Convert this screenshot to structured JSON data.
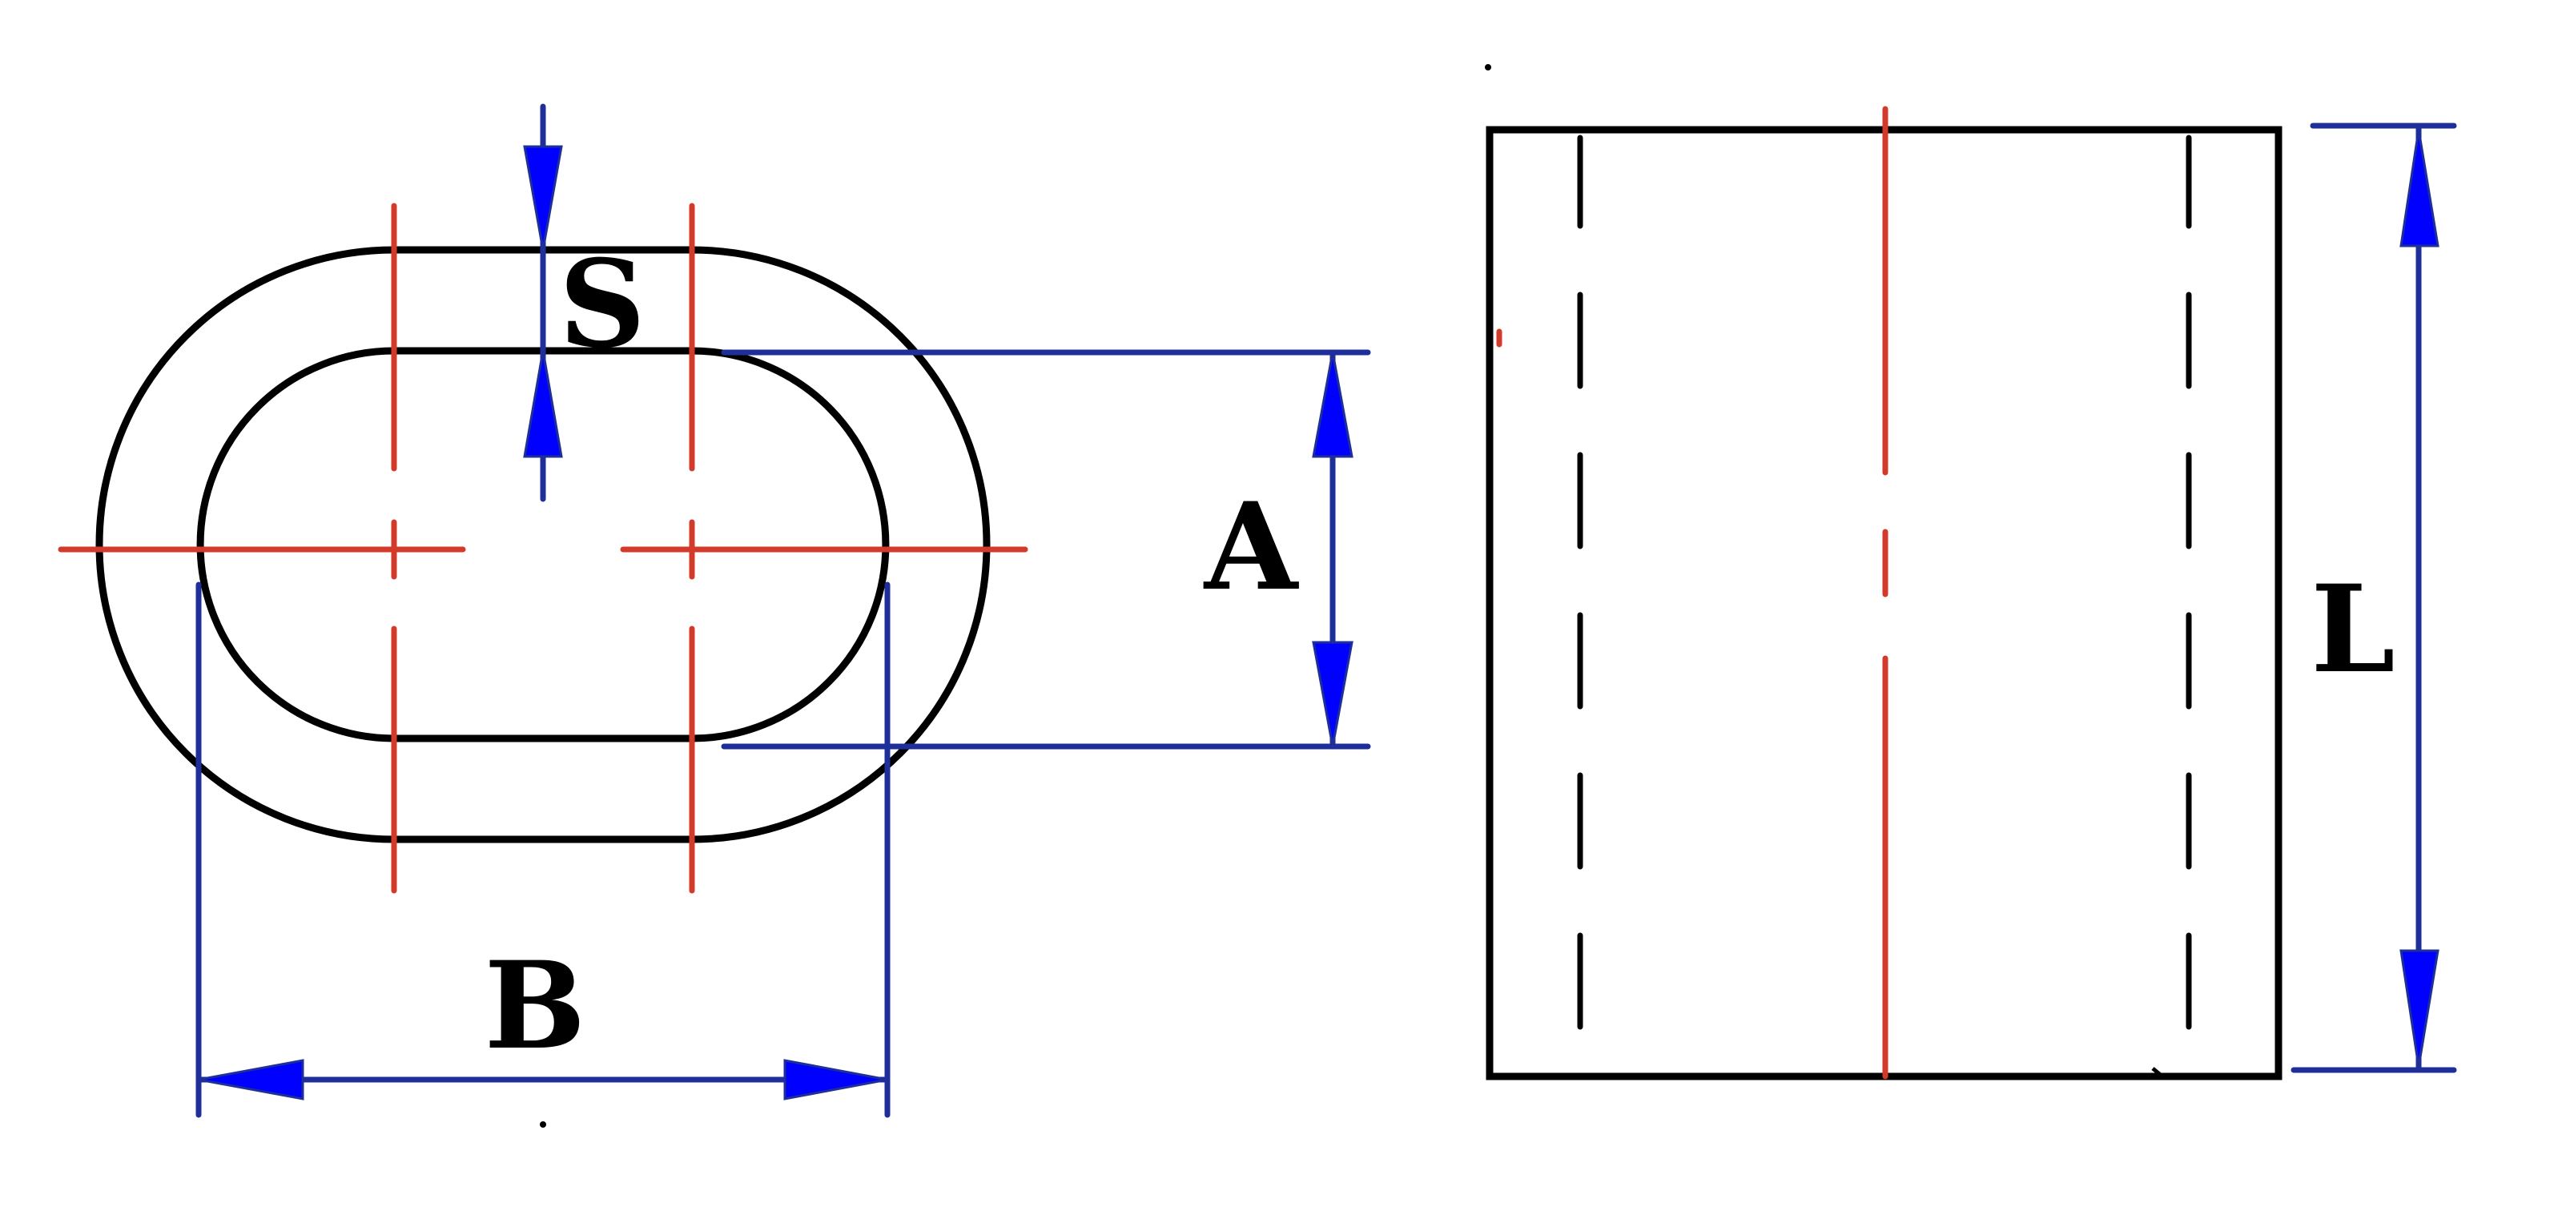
{
  "labels": {
    "s": "S",
    "a": "A",
    "b": "B",
    "l": "L"
  },
  "colors": {
    "outline": "#000000",
    "centerline": "#d23a2a",
    "dimension_line": "#1f2f9a",
    "arrow_fill": "#0000ff",
    "background": "#ffffff"
  }
}
